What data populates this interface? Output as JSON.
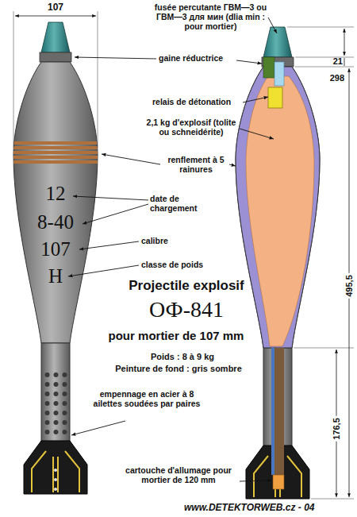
{
  "diagram": {
    "labels": [
      "107",
      "fusée percutante ГВМ—3 ou ГВМ—3 для мин (dlia min : pour mortier)",
      "21",
      "gaine réductrice",
      "298",
      "relais de détonation",
      "2,1 kg d'explosif (tolite ou schneidérite)",
      "renflement à 5 rainures",
      "12",
      "8-40",
      "date de chargement",
      "107",
      "calibre",
      "H",
      "classe de poids",
      "Projectile explosif",
      "ОФ-841",
      "495,5",
      "pour mortier de 107 mm",
      "Poids : 8 à 9 kg",
      "Peinture de fond : gris sombre",
      "empennage en acier à 8 ailettes soudées par paires",
      "176,5",
      "cartouche d'allumage pour mortier de 120 mm",
      "www.DETEKTORWEB.cz - 04"
    ]
  }
}
